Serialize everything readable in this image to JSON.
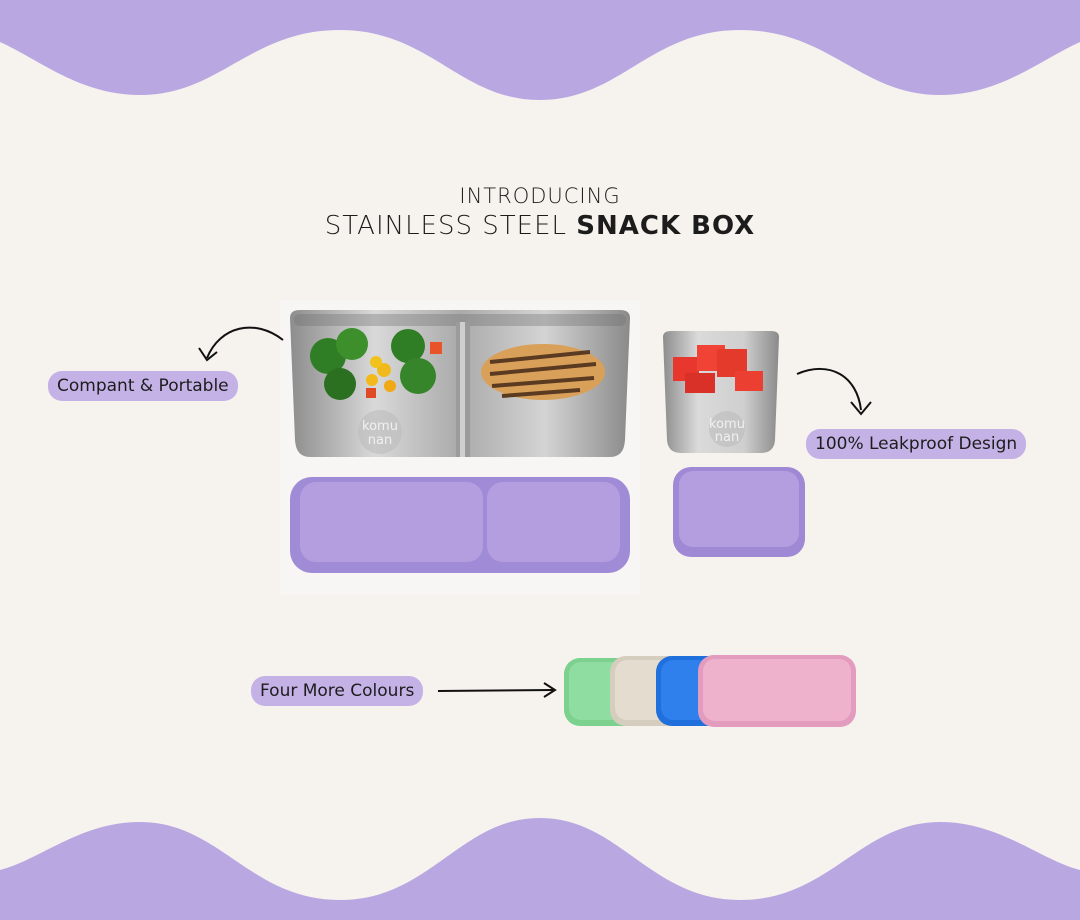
{
  "heading": {
    "kicker": "INTRODUCING",
    "title_light": "STAINLESS STEEL",
    "title_bold": "SNACK BOX"
  },
  "features": {
    "compact": "Compant & Portable",
    "leakproof": "100% Leakproof Design",
    "colours": "Four More Colours"
  },
  "brand": {
    "line1": "komu",
    "line2": "nan"
  },
  "colors": {
    "background": "#f6f2ee",
    "wave": "#b9a7e2",
    "pill": "#c4b2e6",
    "lid_purple": "#b49ee0",
    "lid_green": "#8fdda0",
    "lid_beige": "#e4ddcf",
    "lid_blue": "#2f80ec",
    "lid_pink": "#eeb2cd"
  }
}
